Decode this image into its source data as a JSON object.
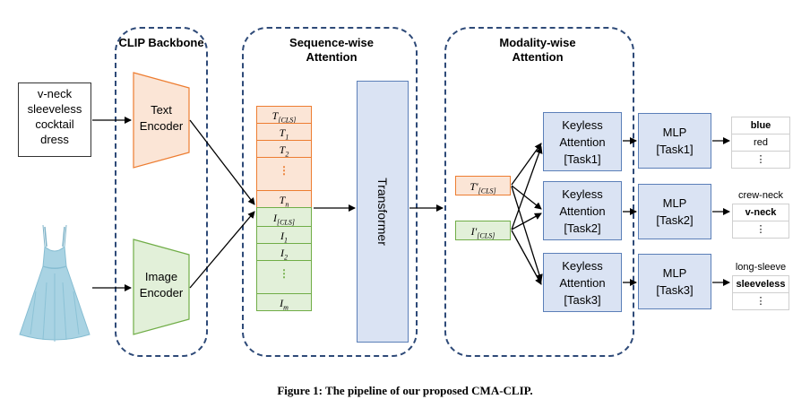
{
  "panels": {
    "clip": "CLIP Backbone",
    "sequence": "Sequence-wise Attention",
    "modality": "Modality-wise Attention"
  },
  "input_text": [
    "v-neck",
    "sleeveless",
    "cocktail",
    "dress"
  ],
  "text_encoder": "Text Encoder",
  "image_encoder": "Image Encoder",
  "text_tokens": {
    "cls": "T",
    "cls_sub": "[CLS]",
    "t1": "T",
    "t1_sub": "1",
    "t2": "T",
    "t2_sub": "2",
    "dots": "⋮",
    "tn": "T",
    "tn_sub": "n"
  },
  "image_tokens": {
    "cls": "I",
    "cls_sub": "[CLS]",
    "i1": "I",
    "i1_sub": "1",
    "i2": "I",
    "i2_sub": "2",
    "dots": "⋮",
    "im": "I",
    "im_sub": "m"
  },
  "transformer": "Transformer",
  "modality_tokens": {
    "t": "T′",
    "t_sub": "[CLS]",
    "i": "I′",
    "i_sub": "[CLS]"
  },
  "keyless": [
    {
      "line1": "Keyless",
      "line2": "Attention",
      "line3": "[Task1]"
    },
    {
      "line1": "Keyless",
      "line2": "Attention",
      "line3": "[Task2]"
    },
    {
      "line1": "Keyless",
      "line2": "Attention",
      "line3": "[Task3]"
    }
  ],
  "mlp": [
    {
      "line1": "MLP",
      "line2": "[Task1]"
    },
    {
      "line1": "MLP",
      "line2": "[Task2]"
    },
    {
      "line1": "MLP",
      "line2": "[Task3]"
    }
  ],
  "outputs": [
    {
      "rows": [
        "blue",
        "red",
        "⋮"
      ],
      "selected": 0
    },
    {
      "rows": [
        "crew-neck",
        "v-neck",
        "⋮"
      ],
      "selected": 1
    },
    {
      "rows": [
        "long-sleeve",
        "sleeveless",
        "⋮"
      ],
      "selected": 1
    }
  ],
  "caption": "Figure 1: The pipeline of our proposed CMA-CLIP.",
  "colors": {
    "panel_border": "#2e4a78",
    "text_token_fill": "#fbe5d6",
    "text_token_border": "#ed7d31",
    "image_token_fill": "#e2f0d9",
    "image_token_border": "#70ad47",
    "blue_box_fill": "#dae3f3",
    "blue_box_border": "#5b7fb8",
    "dress": "#a9d3e3"
  },
  "icons": [
    "dress-image"
  ]
}
